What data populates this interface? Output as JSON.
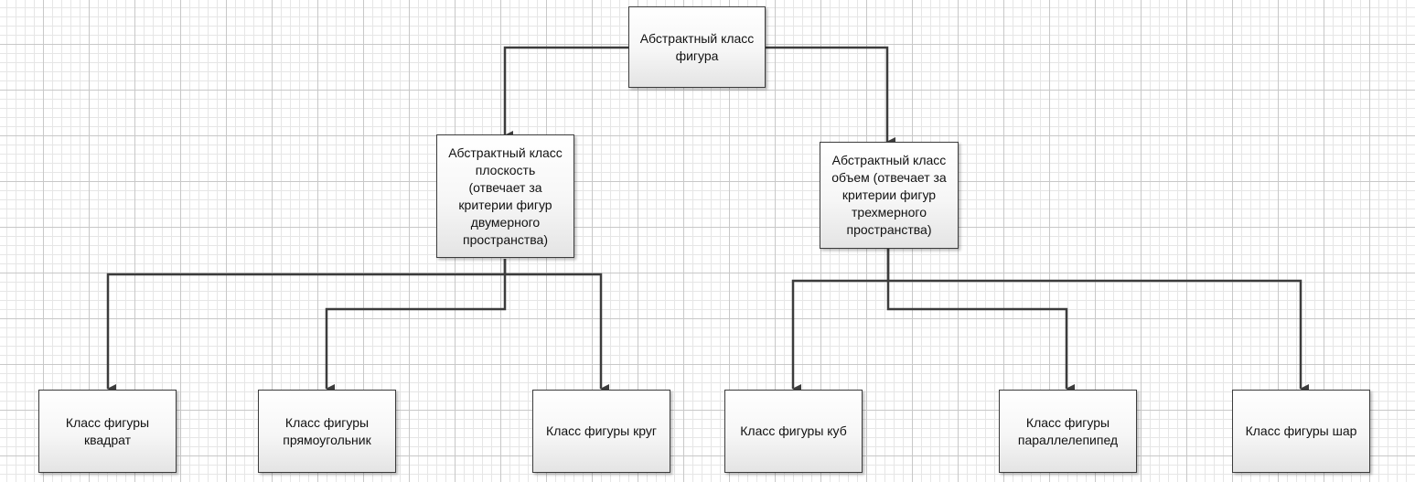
{
  "diagram": {
    "root": {
      "label": "Абстрактный класс\nфигура"
    },
    "planar": {
      "label": "Абстрактный класс\nплоскость\n(отвечает за\nкритерии фигур\nдвумерного\nпространства)"
    },
    "volume": {
      "label": "Абстрактный класс\nобъем (отвечает за\nкритерии фигур\nтрехмерного\nпространства)"
    },
    "square": {
      "label": "Класс фигуры\nквадрат"
    },
    "rectangle": {
      "label": "Класс фигуры\nпрямоугольник"
    },
    "circle": {
      "label": "Класс фигуры круг"
    },
    "cube": {
      "label": "Класс фигуры куб"
    },
    "parallelepiped": {
      "label": "Класс фигуры\nпараллелепипед"
    },
    "sphere": {
      "label": "Класс фигуры шар"
    }
  }
}
